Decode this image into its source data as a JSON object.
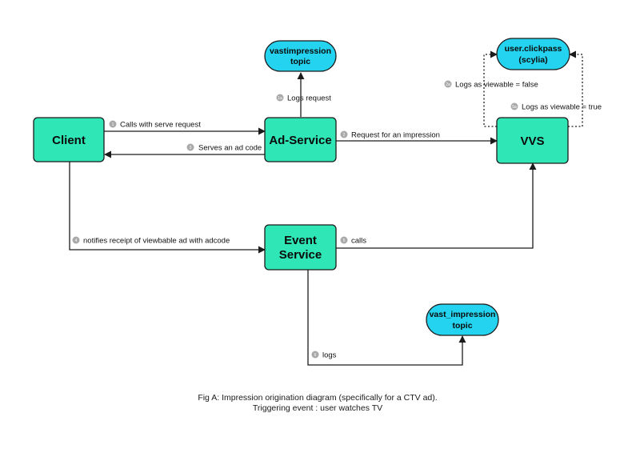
{
  "nodes": {
    "client": "Client",
    "ad_service": "Ad-Service",
    "vvs": "VVS",
    "event_service": [
      "Event",
      "Service"
    ]
  },
  "topics": {
    "vastimpression": [
      "vastimpression",
      "topic"
    ],
    "clickpass": [
      "user.clickpass",
      "(scylia)"
    ],
    "vast_impression": [
      "vast_impression",
      "topic"
    ]
  },
  "edges": {
    "calls_serve": {
      "step": "1",
      "label": "Calls with serve request"
    },
    "serves_adcode": {
      "step": "3",
      "label": "Serves an ad code"
    },
    "request_impression": {
      "step": "2",
      "label": "Request for an impression"
    },
    "logs_request": {
      "step": "1a",
      "label": "Logs request"
    },
    "logs_false": {
      "step": "2a",
      "label": "Logs as viewable = false"
    },
    "logs_true": {
      "step": "5a",
      "label": "Logs as viewable = true"
    },
    "notifies": {
      "step": "4",
      "label": "notifies receipt of viewbable ad with adcode"
    },
    "calls": {
      "step": "5",
      "label": "calls"
    },
    "logs": {
      "step": "6",
      "label": "logs"
    }
  },
  "caption": [
    "Fig A: Impression origination diagram (specifically for a CTV ad).",
    "Triggering event : user watches TV"
  ],
  "colors": {
    "service_fill": "#2ee6b6",
    "topic_fill": "#23d3ef",
    "stroke": "#1b1b1b",
    "badge": "#a9a9a9"
  }
}
